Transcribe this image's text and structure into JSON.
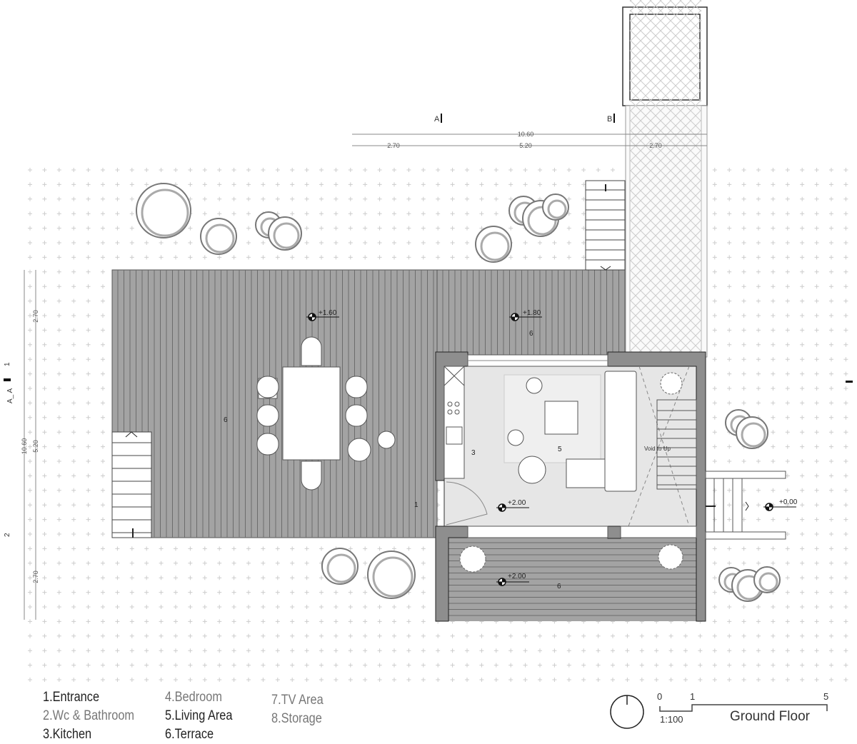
{
  "title": "Ground Floor",
  "scale": {
    "ratio": "1:100",
    "ticks": [
      "0",
      "1",
      "5"
    ]
  },
  "legend": [
    {
      "label": "1.Entrance",
      "muted": false
    },
    {
      "label": "2.Wc & Bathroom",
      "muted": true
    },
    {
      "label": "3.Kitchen",
      "muted": false
    },
    {
      "label": "4.Bedroom",
      "muted": true
    },
    {
      "label": "5.Living Area",
      "muted": false
    },
    {
      "label": "6.Terrace",
      "muted": false
    },
    {
      "label": "7.TV Area",
      "muted": true
    },
    {
      "label": "8.Storage",
      "muted": true
    }
  ],
  "section_markers": {
    "top_a": "A",
    "top_b": "B",
    "side_section": "A_ A",
    "side_1": "1",
    "side_2": "2"
  },
  "dimensions": {
    "top_total": "10.60",
    "top_parts": [
      "2.70",
      "5.20",
      "2.70"
    ],
    "left_total": "10.60",
    "left_parts": [
      "2.70",
      "5.20",
      "2.70"
    ]
  },
  "levels": {
    "left_deck": "+1.60",
    "top_terrace": "+1.80",
    "living": "+2.00",
    "south_terrace": "+2.00",
    "ground": "+0.00"
  },
  "rooms": {
    "left_deck": "6",
    "top_terrace": "6",
    "kitchen": "3",
    "living": "5",
    "entrance": "1",
    "south_terrace": "6",
    "void_label": "Void to Up"
  },
  "colors": {
    "wall": "#8e8e8e",
    "deck": "#a3a3a3",
    "floor": "#e6e6e6",
    "line": "#444444"
  }
}
